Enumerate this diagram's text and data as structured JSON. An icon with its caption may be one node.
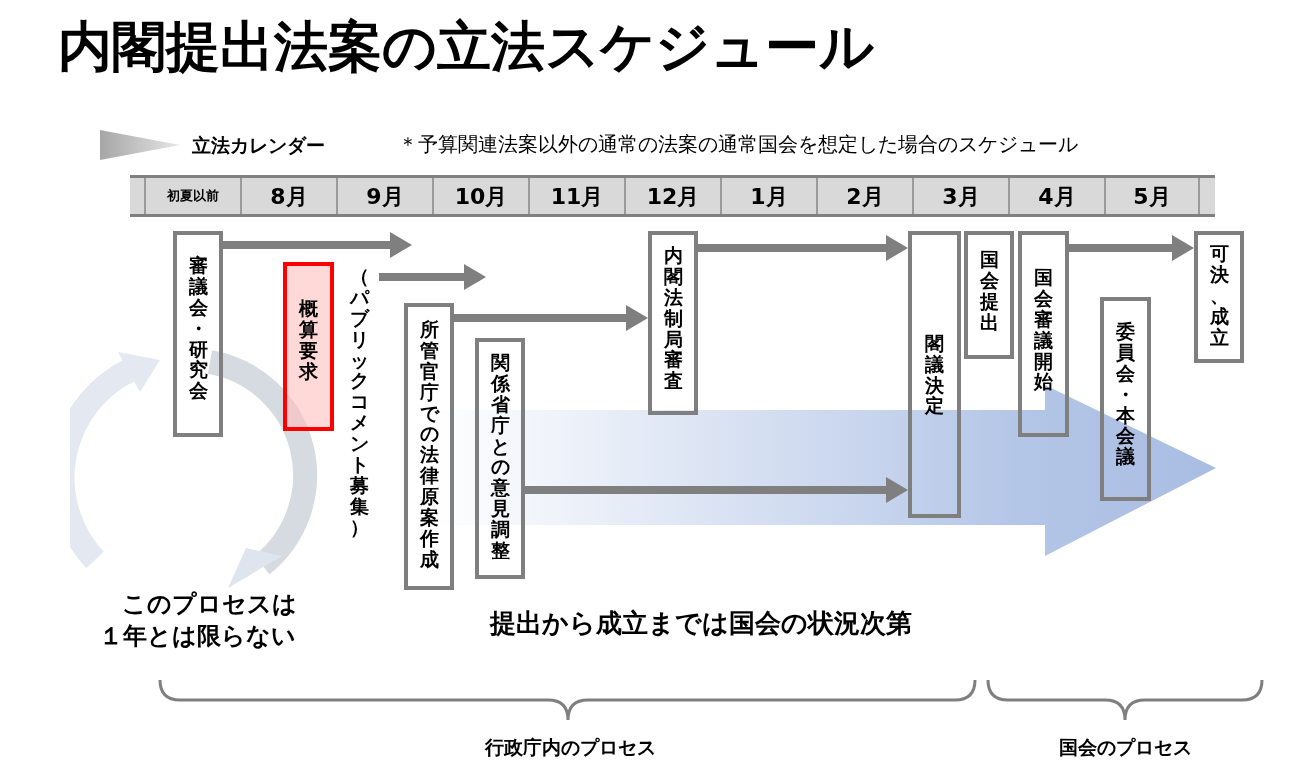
{
  "diagram": {
    "title": "内閣提出法案の立法スケジュール",
    "nodes": [
      {
        "text": [
          "審議会・研究会"
        ]
      },
      {
        "text": [
          "概算要求"
        ]
      },
      {
        "text": [
          "（パブリックコメント募集）"
        ]
      },
      {
        "text": [
          "所管官庁での法律原案作成"
        ]
      },
      {
        "text": [
          "関係省庁との意見調整"
        ]
      },
      {
        "text": [
          "内閣法制局審査"
        ]
      },
      {
        "text": [
          "閣議決定"
        ]
      },
      {
        "text": [
          "国会提出"
        ]
      },
      {
        "text": [
          "国会審議開始"
        ]
      },
      {
        "text": [
          "委員会・本会議"
        ]
      },
      {
        "text": [
          "可決、成立"
        ]
      }
    ],
    "edges": [
      {
        "from": 0,
        "to": 2,
        "arrow": "to"
      },
      {
        "from": 2,
        "to": 3,
        "arrow": "to"
      },
      {
        "from": 3,
        "to": 5,
        "arrow": "to"
      },
      {
        "from": 4,
        "to": 6,
        "arrow": "to"
      },
      {
        "from": 5,
        "to": 6,
        "arrow": "to"
      },
      {
        "from": 8,
        "to": 10,
        "arrow": "to"
      }
    ],
    "labels": [
      "立法カレンダー",
      "＊予算関連法案以外の通常の法案の通常国会を想定した場合のスケジュール",
      "初夏以前",
      "8月",
      "9月",
      "10月",
      "11月",
      "12月",
      "1月",
      "2月",
      "3月",
      "4月",
      "5月",
      "このプロセスは１年とは限らない",
      "提出から成立までは国会の状況次第",
      "行政庁内のプロセス",
      "国会のプロセス"
    ]
  }
}
